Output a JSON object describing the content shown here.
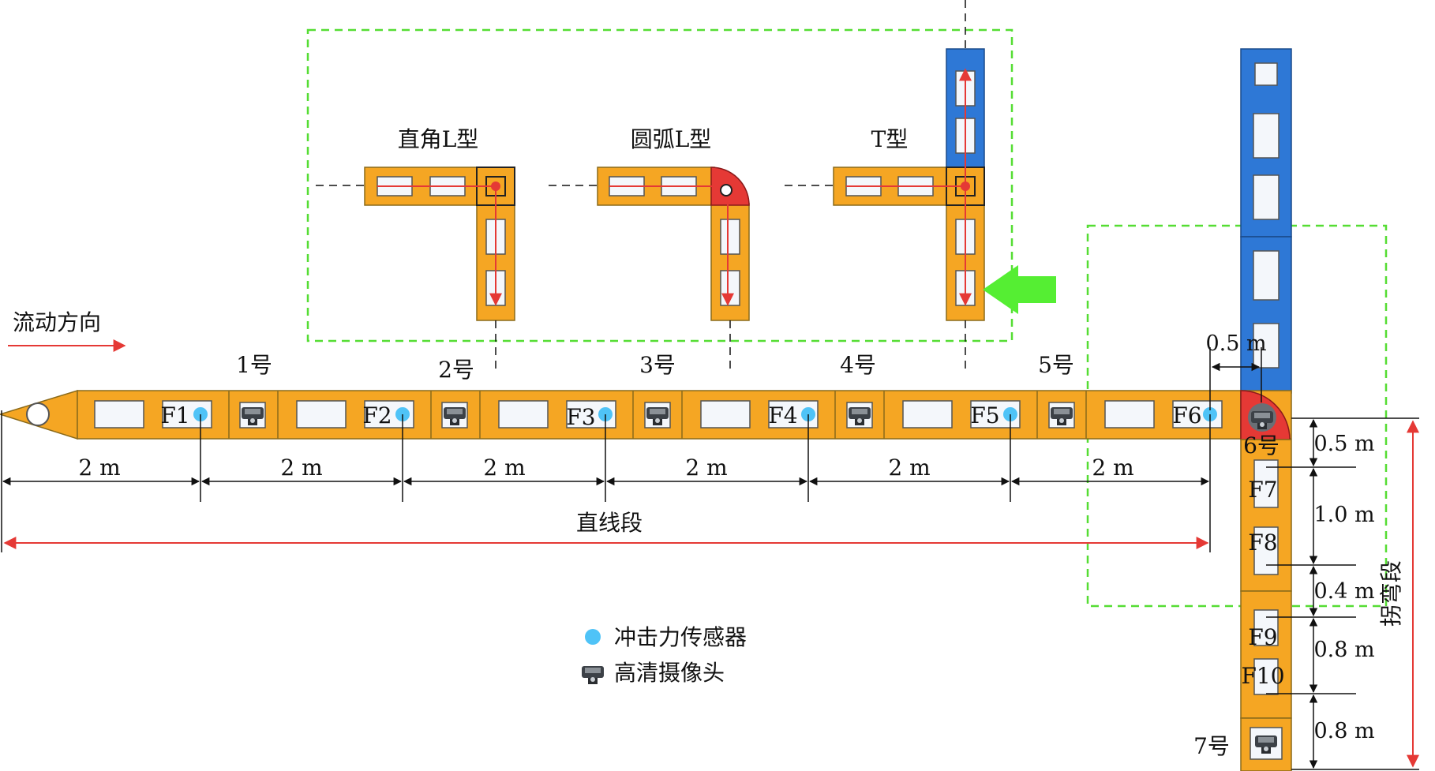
{
  "flow_direction_label": "流动方向",
  "junction_types": {
    "right_angle_L": "直角L型",
    "arc_L": "圆弧L型",
    "T": "T型"
  },
  "camera_stations": [
    "1号",
    "2号",
    "3号",
    "4号",
    "5号",
    "6号",
    "7号"
  ],
  "straight_segment": {
    "label": "直线段",
    "sensors": [
      "F1",
      "F2",
      "F3",
      "F4",
      "F5",
      "F6"
    ],
    "spacing_labels": [
      "2 m",
      "2 m",
      "2 m",
      "2 m",
      "2 m",
      "2 m"
    ]
  },
  "corner_offset_label": "0.5 m",
  "bend_segment": {
    "label": "拐弯段",
    "sensors": [
      "F7",
      "F8",
      "F9",
      "F10"
    ],
    "spacing_labels": [
      "0.5 m",
      "1.0 m",
      "0.4 m",
      "0.8 m",
      "0.8 m"
    ]
  },
  "legend": {
    "sensor": "冲击力传感器",
    "camera": "高清摄像头"
  },
  "colors": {
    "pipe": "#f5a623",
    "blue_branch": "#2e78d6",
    "elbow": "#e53935",
    "sensor": "#4fc3f7",
    "dashed_box": "#55dd33",
    "arrow": "#55ee33",
    "dimension_red": "#e53935"
  }
}
